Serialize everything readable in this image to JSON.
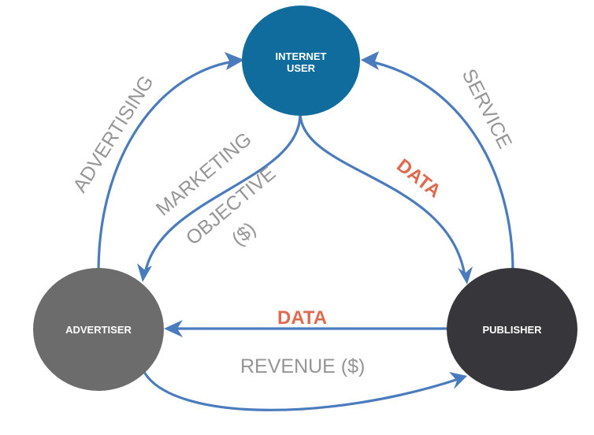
{
  "diagram": {
    "nodes": {
      "internet_user": {
        "line1": "INTERNET",
        "line2": "USER",
        "color": "#106c9c"
      },
      "advertiser": {
        "label": "ADVERTISER",
        "color": "#6c6c6d"
      },
      "publisher": {
        "label": "PUBLISHER",
        "color": "#37363a"
      }
    },
    "edges": {
      "advertising": {
        "label": "ADVERTISING",
        "from": "ADVERTISER",
        "to": "INTERNET USER"
      },
      "service": {
        "label": "SERVICE",
        "from": "PUBLISHER",
        "to": "INTERNET USER"
      },
      "marketing_objective": {
        "line1": "MARKETING",
        "line2": "OBJECTIVE",
        "line3": "($)",
        "from": "INTERNET USER",
        "to": "ADVERTISER"
      },
      "data_user_to_publisher": {
        "label": "DATA",
        "from": "INTERNET USER",
        "to": "PUBLISHER"
      },
      "data_publisher_to_advertiser": {
        "label": "DATA",
        "from": "PUBLISHER",
        "to": "ADVERTISER"
      },
      "revenue": {
        "label": "REVENUE ($)",
        "from": "ADVERTISER",
        "to": "PUBLISHER"
      }
    },
    "colors": {
      "edge": "#4a7bbd",
      "flow_label": "#959595",
      "data_label": "#e06a4e"
    }
  }
}
